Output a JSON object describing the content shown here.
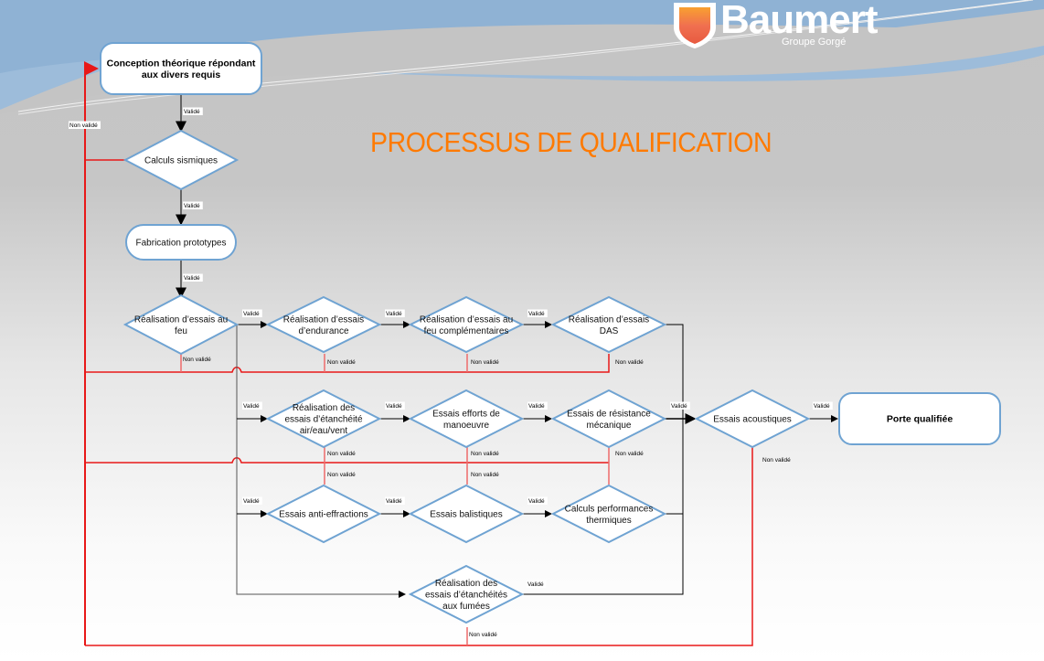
{
  "header": {
    "logo_brand": "Baumert",
    "logo_subtitle": "Groupe Gorgé",
    "title": "PROCESSUS DE QUALIFICATION"
  },
  "colors": {
    "title": "#ff7a00",
    "node_border": "#6fa3d2",
    "node_fill": "#ffffff",
    "valid_line": "#000000",
    "invalid_line": "#e81818",
    "header_band": "#9dbcda"
  },
  "labels": {
    "valid": "Validé",
    "not_valid": "Non validé"
  },
  "nodes": [
    {
      "id": "conception",
      "shape": "rounded",
      "lines": [
        "Conception théorique répondant",
        "aux divers requis"
      ],
      "bold": true
    },
    {
      "id": "calculs-sismiques",
      "shape": "diamond",
      "lines": [
        "Calculs sismiques"
      ]
    },
    {
      "id": "fabrication",
      "shape": "rounded",
      "lines": [
        "Fabrication prototypes"
      ]
    },
    {
      "id": "essais-feu",
      "shape": "diamond",
      "lines": [
        "Réalisation d’essais au",
        "feu"
      ]
    },
    {
      "id": "essais-endurance",
      "shape": "diamond",
      "lines": [
        "Réalisation d’essais",
        "d’endurance"
      ]
    },
    {
      "id": "essais-feu-compl",
      "shape": "diamond",
      "lines": [
        "Réalisation d’essais au",
        "feu complémentaires"
      ]
    },
    {
      "id": "essais-das",
      "shape": "diamond",
      "lines": [
        "Réalisation d’essais",
        "DAS"
      ]
    },
    {
      "id": "etancheite-air",
      "shape": "diamond",
      "lines": [
        "Réalisation des",
        "essais d’étanchéité",
        "air/eau/vent"
      ]
    },
    {
      "id": "efforts-manoeuvre",
      "shape": "diamond",
      "lines": [
        "Essais efforts de",
        "manoeuvre"
      ]
    },
    {
      "id": "resistance-meca",
      "shape": "diamond",
      "lines": [
        "Essais de résistance",
        "mécanique"
      ]
    },
    {
      "id": "acoustiques",
      "shape": "diamond",
      "lines": [
        "Essais acoustiques"
      ]
    },
    {
      "id": "porte-qualifiee",
      "shape": "rounded",
      "lines": [
        "Porte qualifiée"
      ],
      "bold": true
    },
    {
      "id": "anti-effractions",
      "shape": "diamond",
      "lines": [
        "Essais anti-effractions"
      ]
    },
    {
      "id": "balistiques",
      "shape": "diamond",
      "lines": [
        "Essais balistiques"
      ]
    },
    {
      "id": "perf-thermiques",
      "shape": "diamond",
      "lines": [
        "Calculs performances",
        "thermiques"
      ]
    },
    {
      "id": "etancheite-fumees",
      "shape": "diamond",
      "lines": [
        "Réalisation des",
        "essais d’étanchéités",
        "aux fumées"
      ]
    }
  ]
}
